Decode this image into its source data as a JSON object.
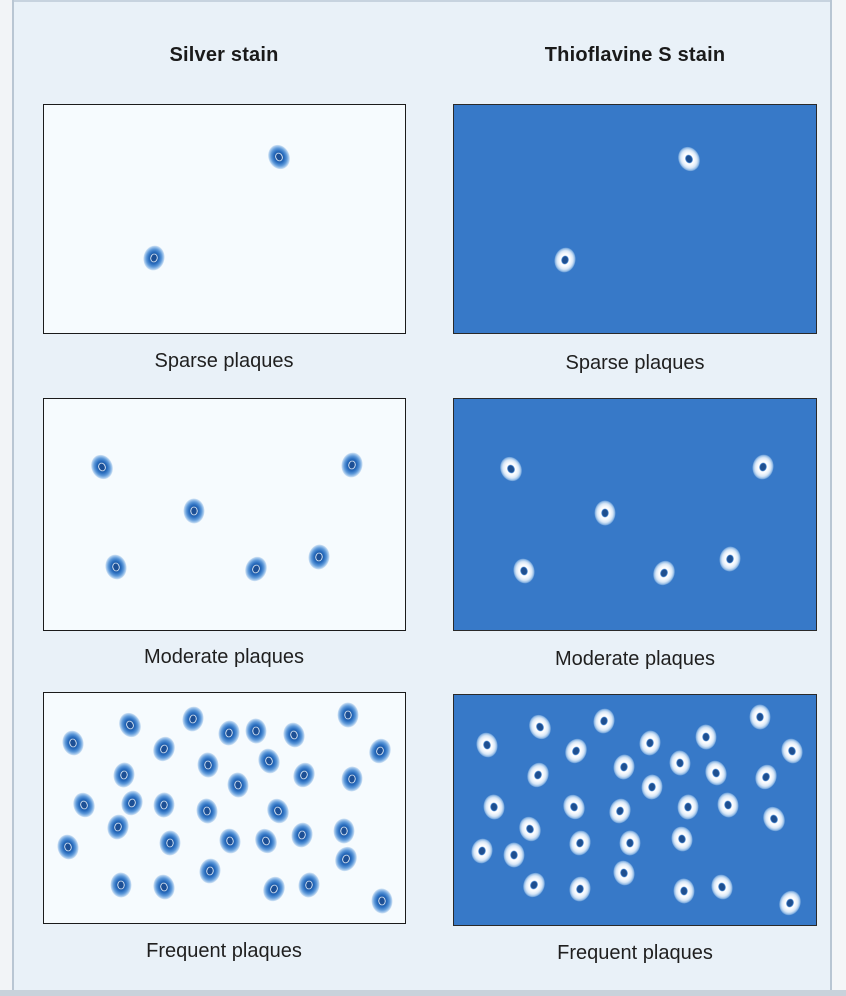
{
  "columns": {
    "silver_title": "Silver stain",
    "thio_title": "Thioflavine S stain"
  },
  "captions": {
    "sparse": "Sparse plaques",
    "moderate": "Moderate plaques",
    "frequent": "Frequent plaques"
  },
  "colors": {
    "silver_background": "#f6fbfe",
    "thioflavine_background": "#3779c8",
    "silver_plaque_ring": "#2f6fbd",
    "thioflavine_plaque_ring": "#ffffff"
  }
}
